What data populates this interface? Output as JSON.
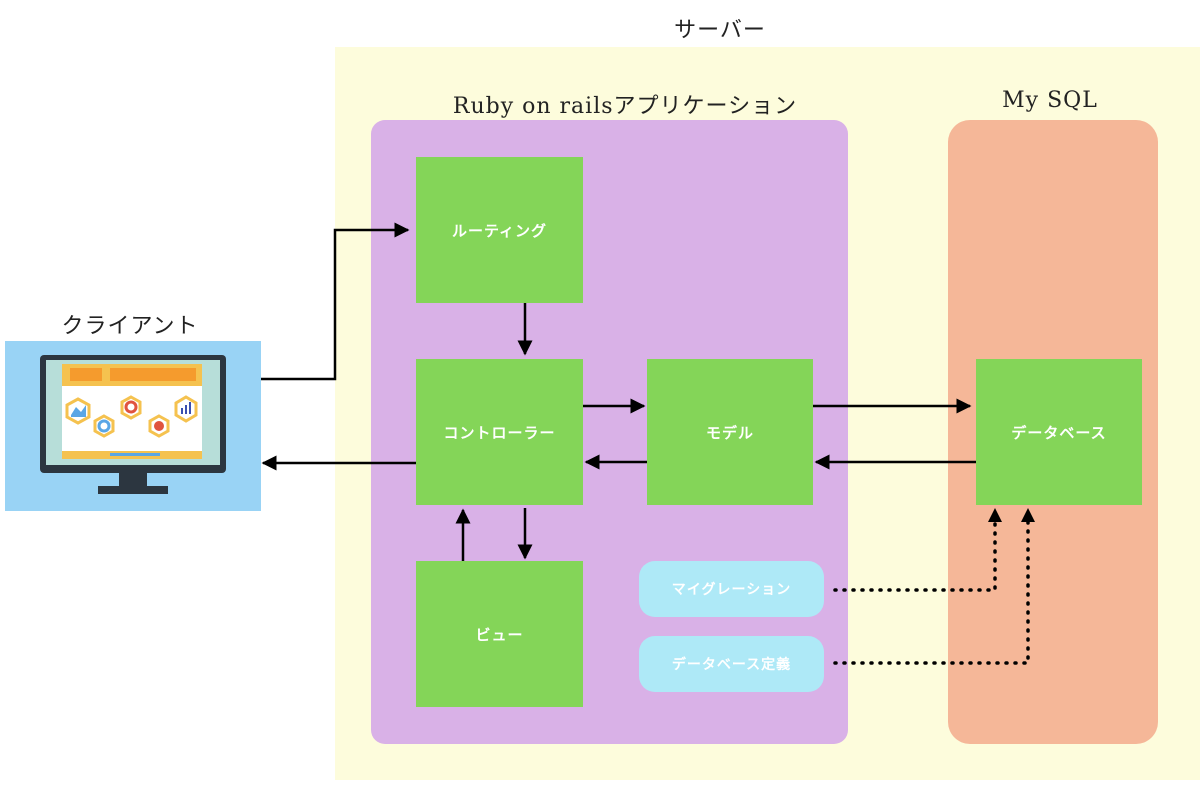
{
  "labels": {
    "server": "サーバー",
    "rails_app": "Ruby on railsアプリケーション",
    "mysql": "My SQL",
    "client": "クライアント"
  },
  "nodes": {
    "routing": "ルーティング",
    "controller": "コントローラー",
    "model": "モデル",
    "view": "ビュー",
    "database": "データベース"
  },
  "pills": {
    "migration": "マイグレーション",
    "database_definition": "データベース定義"
  },
  "colors": {
    "server_area": "#fdfcdc",
    "rails_area": "#d9b1e7",
    "mysql_area": "#f5b798",
    "client_area": "#99d3f5",
    "node_green": "#84d558",
    "pill_cyan": "#aee9f7",
    "arrow": "#000000"
  },
  "icons": {
    "client": "desktop-monitor-dashboard-icon"
  },
  "edges": [
    {
      "from": "client",
      "to": "routing",
      "style": "solid"
    },
    {
      "from": "routing",
      "to": "controller",
      "style": "solid"
    },
    {
      "from": "controller",
      "to": "model",
      "style": "solid"
    },
    {
      "from": "model",
      "to": "controller",
      "style": "solid"
    },
    {
      "from": "controller",
      "to": "client",
      "style": "solid"
    },
    {
      "from": "model",
      "to": "database",
      "style": "solid"
    },
    {
      "from": "database",
      "to": "model",
      "style": "solid"
    },
    {
      "from": "controller",
      "to": "view",
      "style": "solid"
    },
    {
      "from": "view",
      "to": "controller",
      "style": "solid"
    },
    {
      "from": "migration",
      "to": "database",
      "style": "dotted"
    },
    {
      "from": "database_definition",
      "to": "database",
      "style": "dotted"
    }
  ]
}
